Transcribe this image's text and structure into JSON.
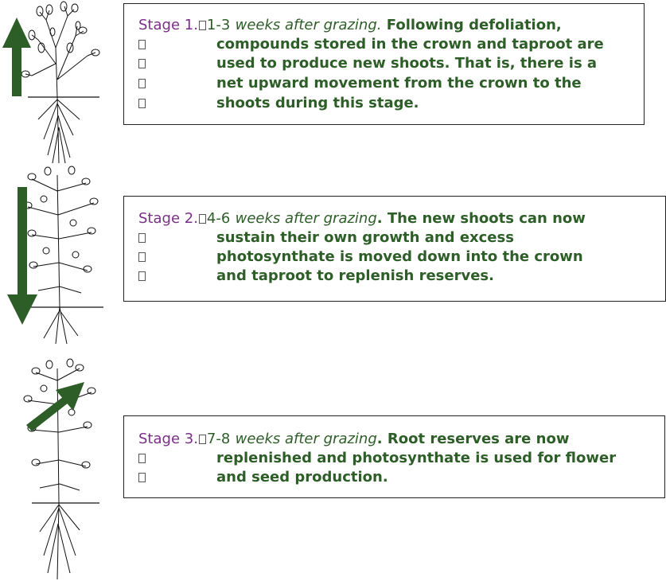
{
  "stages": [
    {
      "label": "Stage 1.",
      "timing_number": "1-3",
      "timing_text": "weeks after grazing.",
      "first_line_rest": " Following defoliation,",
      "lines": [
        "compounds stored in the crown and taproot are",
        "used to produce new shoots. That is, there is a",
        "net upward movement from the crown to the",
        "shoots during this stage."
      ],
      "arrow": "up"
    },
    {
      "label": "Stage 2.",
      "timing_number": "4-6",
      "timing_text": "weeks after grazing",
      "first_line_rest": ". The new shoots can now",
      "lines": [
        "sustain their own growth and excess",
        "photosynthate is moved down into the crown",
        "and taproot to replenish reserves."
      ],
      "arrow": "down"
    },
    {
      "label": "Stage 3.",
      "timing_number": "7-8",
      "timing_text": "weeks after grazing",
      "first_line_rest": ". Root reserves are now",
      "lines": [
        "replenished and photosynthate is used for flower",
        "and seed production."
      ],
      "arrow": "diagonal-up-right"
    }
  ],
  "colors": {
    "stage_label": "#7a2f87",
    "body_text": "#2e5e28",
    "arrow": "#2e5e28",
    "border": "#222222"
  }
}
